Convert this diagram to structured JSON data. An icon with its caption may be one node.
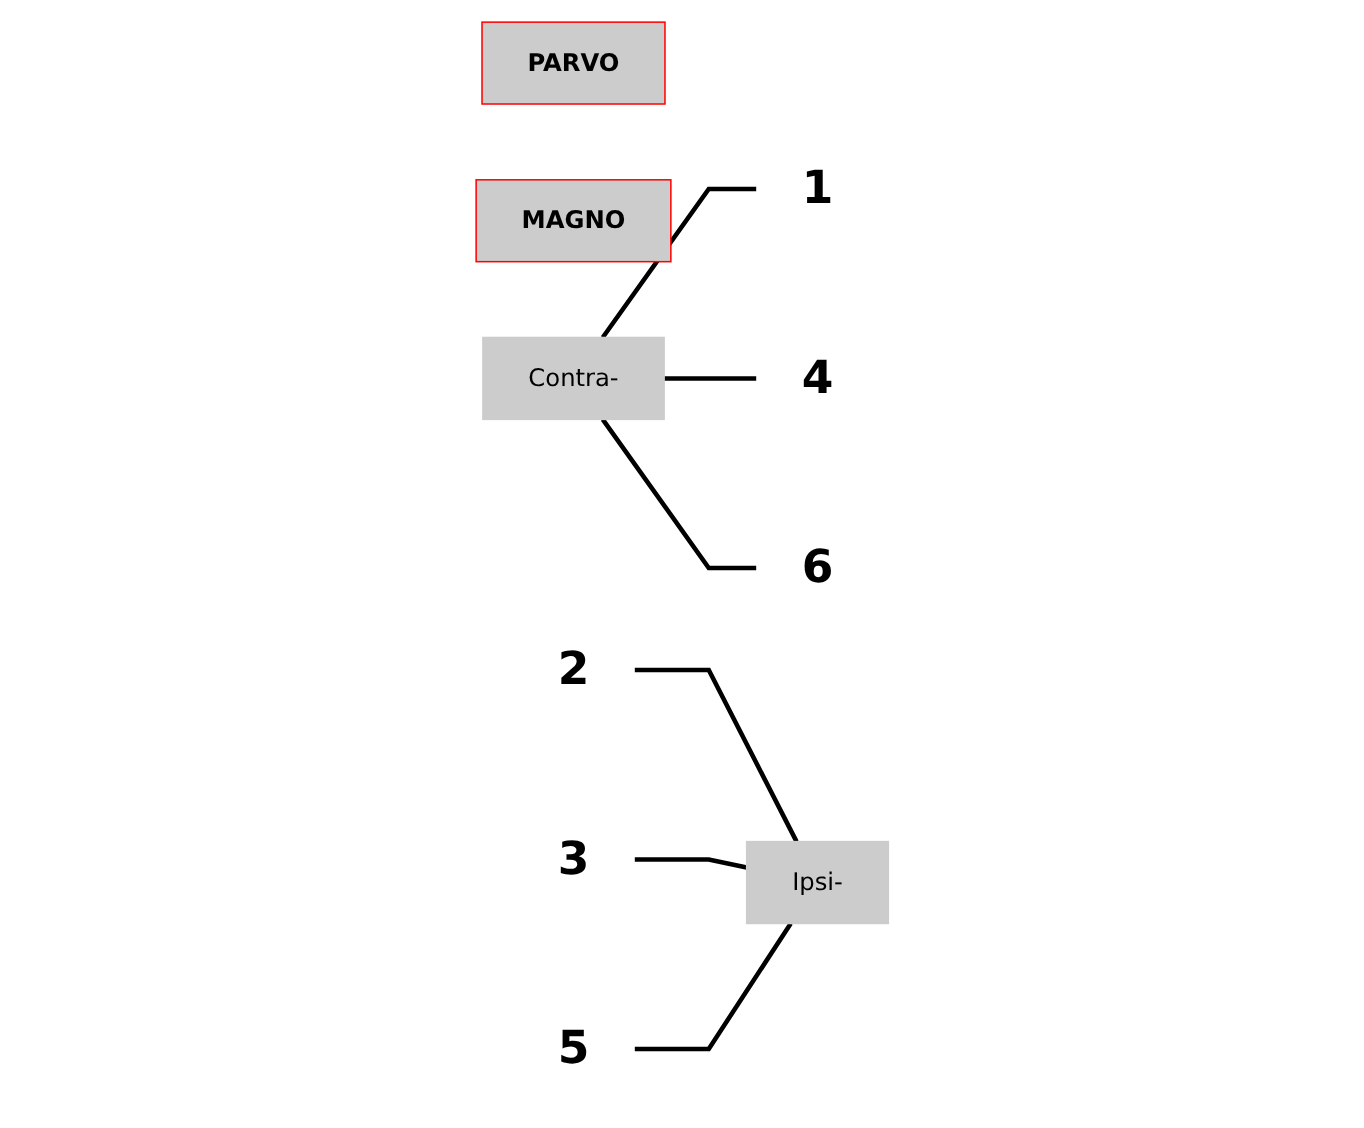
{
  "diagram": {
    "nodes": [
      {
        "text": [
          "PARVO"
        ]
      },
      {
        "text": [
          "MAGNO"
        ]
      },
      {
        "text": [
          "Contra-"
        ]
      },
      {
        "text": [
          "1"
        ]
      },
      {
        "text": [
          "2"
        ]
      },
      {
        "text": [
          "3"
        ]
      },
      {
        "text": [
          "4"
        ]
      },
      {
        "text": [
          "5"
        ]
      },
      {
        "text": [
          "6"
        ]
      },
      {
        "text": [
          "Ipsi-"
        ]
      }
    ],
    "edges": [
      {
        "from": 2,
        "to": 3,
        "arrow": "none"
      },
      {
        "from": 2,
        "to": 6,
        "arrow": "none"
      },
      {
        "from": 2,
        "to": 8,
        "arrow": "none"
      },
      {
        "from": 4,
        "to": 9,
        "arrow": "none"
      },
      {
        "from": 5,
        "to": 9,
        "arrow": "none"
      },
      {
        "from": 7,
        "to": 9,
        "arrow": "none"
      }
    ]
  }
}
